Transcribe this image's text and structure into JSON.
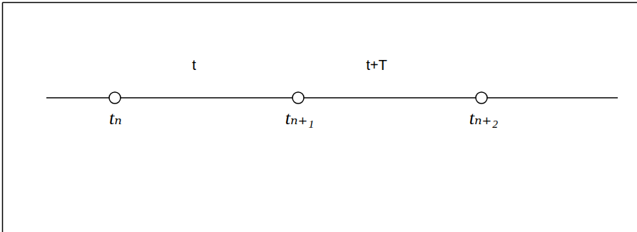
{
  "diagram": {
    "labels": [
      "t",
      "t+T",
      "tₙ",
      "tₙ₊₁",
      "tₙ₊₂"
    ]
  }
}
